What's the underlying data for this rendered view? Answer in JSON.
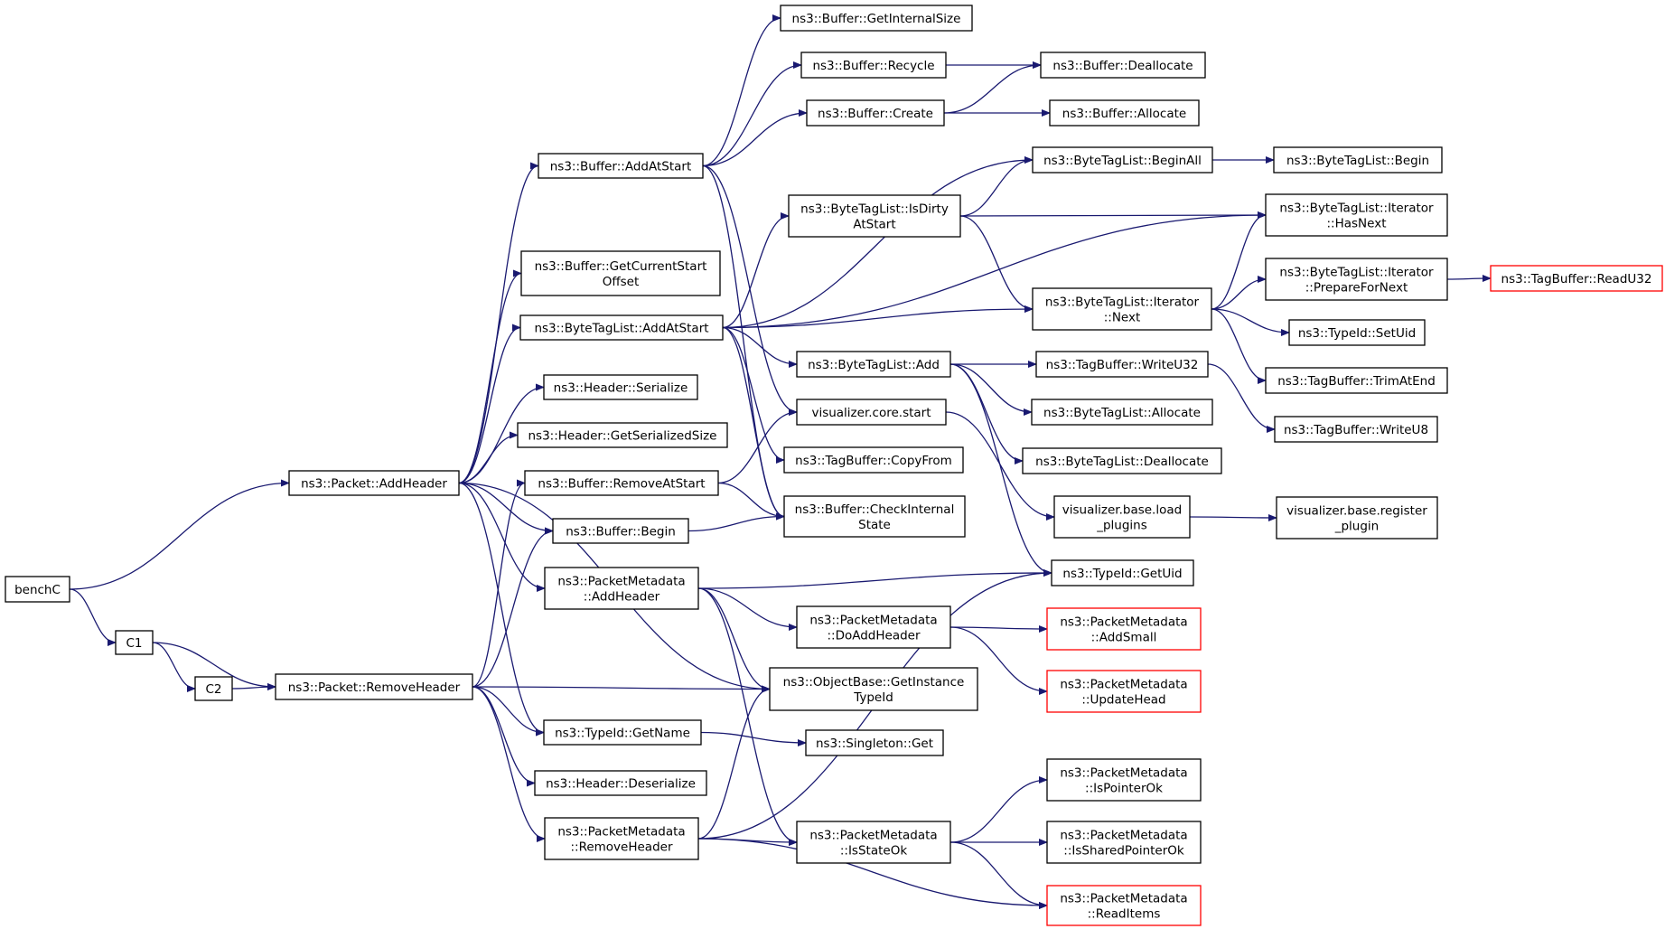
{
  "colors": {
    "edge": "#191970",
    "node_border": "#000000",
    "node_truncated_border": "#ff0000",
    "root_fill": "#bfbfbf",
    "node_fill": "#ffffff"
  },
  "nodes": [
    {
      "id": "benchC",
      "lines": [
        "benchC"
      ],
      "root": true
    },
    {
      "id": "c1",
      "lines": [
        "C1"
      ]
    },
    {
      "id": "c2",
      "lines": [
        "C2"
      ]
    },
    {
      "id": "packet_addheader",
      "lines": [
        "ns3::Packet::AddHeader"
      ]
    },
    {
      "id": "packet_removeheader",
      "lines": [
        "ns3::Packet::RemoveHeader"
      ]
    },
    {
      "id": "buffer_addatstart",
      "lines": [
        "ns3::Buffer::AddAtStart"
      ]
    },
    {
      "id": "buffer_getcurrentstartoffset",
      "lines": [
        "ns3::Buffer::GetCurrentStart",
        "Offset"
      ]
    },
    {
      "id": "bytetaglist_addatstart",
      "lines": [
        "ns3::ByteTagList::AddAtStart"
      ]
    },
    {
      "id": "header_serialize",
      "lines": [
        "ns3::Header::Serialize"
      ]
    },
    {
      "id": "header_getserializedsize",
      "lines": [
        "ns3::Header::GetSerializedSize"
      ]
    },
    {
      "id": "buffer_removeatstart",
      "lines": [
        "ns3::Buffer::RemoveAtStart"
      ]
    },
    {
      "id": "buffer_begin",
      "lines": [
        "ns3::Buffer::Begin"
      ]
    },
    {
      "id": "packetmetadata_addheader",
      "lines": [
        "ns3::PacketMetadata",
        "::AddHeader"
      ]
    },
    {
      "id": "typeid_getname",
      "lines": [
        "ns3::TypeId::GetName"
      ]
    },
    {
      "id": "header_deserialize",
      "lines": [
        "ns3::Header::Deserialize"
      ]
    },
    {
      "id": "packetmetadata_removeheader",
      "lines": [
        "ns3::PacketMetadata",
        "::RemoveHeader"
      ]
    },
    {
      "id": "buffer_getinternalsize",
      "lines": [
        "ns3::Buffer::GetInternalSize"
      ]
    },
    {
      "id": "buffer_recycle",
      "lines": [
        "ns3::Buffer::Recycle"
      ]
    },
    {
      "id": "buffer_create",
      "lines": [
        "ns3::Buffer::Create"
      ]
    },
    {
      "id": "bytetaglist_isdirtyatstart",
      "lines": [
        "ns3::ByteTagList::IsDirty",
        "AtStart"
      ]
    },
    {
      "id": "bytetaglist_add",
      "lines": [
        "ns3::ByteTagList::Add"
      ]
    },
    {
      "id": "visualizer_core_start",
      "lines": [
        "visualizer.core.start"
      ]
    },
    {
      "id": "tagbuffer_copyfrom",
      "lines": [
        "ns3::TagBuffer::CopyFrom"
      ]
    },
    {
      "id": "buffer_checkinternalstate",
      "lines": [
        "ns3::Buffer::CheckInternal",
        "State"
      ]
    },
    {
      "id": "packetmetadata_doaddheader",
      "lines": [
        "ns3::PacketMetadata",
        "::DoAddHeader"
      ]
    },
    {
      "id": "objectbase_getinstancetypeid",
      "lines": [
        "ns3::ObjectBase::GetInstance",
        "TypeId"
      ]
    },
    {
      "id": "singleton_get",
      "lines": [
        "ns3::Singleton::Get"
      ]
    },
    {
      "id": "packetmetadata_isstateok",
      "lines": [
        "ns3::PacketMetadata",
        "::IsStateOk"
      ]
    },
    {
      "id": "buffer_deallocate",
      "lines": [
        "ns3::Buffer::Deallocate"
      ]
    },
    {
      "id": "buffer_allocate",
      "lines": [
        "ns3::Buffer::Allocate"
      ]
    },
    {
      "id": "bytetaglist_beginall",
      "lines": [
        "ns3::ByteTagList::BeginAll"
      ]
    },
    {
      "id": "bytetaglist_iterator_next",
      "lines": [
        "ns3::ByteTagList::Iterator",
        "::Next"
      ]
    },
    {
      "id": "tagbuffer_writeu32",
      "lines": [
        "ns3::TagBuffer::WriteU32"
      ]
    },
    {
      "id": "bytetaglist_allocate",
      "lines": [
        "ns3::ByteTagList::Allocate"
      ]
    },
    {
      "id": "bytetaglist_deallocate",
      "lines": [
        "ns3::ByteTagList::Deallocate"
      ]
    },
    {
      "id": "visualizer_base_load_plugins",
      "lines": [
        "visualizer.base.load",
        "_plugins"
      ]
    },
    {
      "id": "typeid_getuid",
      "lines": [
        "ns3::TypeId::GetUid"
      ]
    },
    {
      "id": "packetmetadata_addsmall",
      "lines": [
        "ns3::PacketMetadata",
        "::AddSmall"
      ],
      "truncated": true
    },
    {
      "id": "packetmetadata_updatehead",
      "lines": [
        "ns3::PacketMetadata",
        "::UpdateHead"
      ],
      "truncated": true
    },
    {
      "id": "packetmetadata_ispointerok",
      "lines": [
        "ns3::PacketMetadata",
        "::IsPointerOk"
      ]
    },
    {
      "id": "packetmetadata_issharedpointerok",
      "lines": [
        "ns3::PacketMetadata",
        "::IsSharedPointerOk"
      ]
    },
    {
      "id": "packetmetadata_readitems",
      "lines": [
        "ns3::PacketMetadata",
        "::ReadItems"
      ],
      "truncated": true
    },
    {
      "id": "bytetaglist_begin",
      "lines": [
        "ns3::ByteTagList::Begin"
      ]
    },
    {
      "id": "bytetaglist_iterator_hasnext",
      "lines": [
        "ns3::ByteTagList::Iterator",
        "::HasNext"
      ]
    },
    {
      "id": "bytetaglist_iterator_preparefornext",
      "lines": [
        "ns3::ByteTagList::Iterator",
        "::PrepareForNext"
      ]
    },
    {
      "id": "typeid_setuid",
      "lines": [
        "ns3::TypeId::SetUid"
      ]
    },
    {
      "id": "tagbuffer_trimatend",
      "lines": [
        "ns3::TagBuffer::TrimAtEnd"
      ]
    },
    {
      "id": "tagbuffer_writeu8",
      "lines": [
        "ns3::TagBuffer::WriteU8"
      ]
    },
    {
      "id": "visualizer_base_register_plugin",
      "lines": [
        "visualizer.base.register",
        "_plugin"
      ]
    },
    {
      "id": "tagbuffer_readu32",
      "lines": [
        "ns3::TagBuffer::ReadU32"
      ],
      "truncated": true
    }
  ],
  "edges": [
    [
      "benchC",
      "packet_addheader"
    ],
    [
      "benchC",
      "c1"
    ],
    [
      "c1",
      "c2"
    ],
    [
      "c1",
      "packet_removeheader"
    ],
    [
      "c2",
      "packet_removeheader"
    ],
    [
      "packet_addheader",
      "buffer_addatstart"
    ],
    [
      "packet_addheader",
      "buffer_getcurrentstartoffset"
    ],
    [
      "packet_addheader",
      "bytetaglist_addatstart"
    ],
    [
      "packet_addheader",
      "header_serialize"
    ],
    [
      "packet_addheader",
      "header_getserializedsize"
    ],
    [
      "packet_addheader",
      "buffer_begin"
    ],
    [
      "packet_addheader",
      "packetmetadata_addheader"
    ],
    [
      "packet_addheader",
      "objectbase_getinstancetypeid"
    ],
    [
      "packet_addheader",
      "typeid_getname"
    ],
    [
      "packet_removeheader",
      "buffer_removeatstart"
    ],
    [
      "packet_removeheader",
      "buffer_begin"
    ],
    [
      "packet_removeheader",
      "objectbase_getinstancetypeid"
    ],
    [
      "packet_removeheader",
      "typeid_getname"
    ],
    [
      "packet_removeheader",
      "header_deserialize"
    ],
    [
      "packet_removeheader",
      "packetmetadata_removeheader"
    ],
    [
      "buffer_addatstart",
      "buffer_getinternalsize"
    ],
    [
      "buffer_addatstart",
      "buffer_recycle"
    ],
    [
      "buffer_addatstart",
      "buffer_create"
    ],
    [
      "buffer_addatstart",
      "visualizer_core_start"
    ],
    [
      "buffer_addatstart",
      "buffer_checkinternalstate"
    ],
    [
      "buffer_recycle",
      "buffer_deallocate"
    ],
    [
      "buffer_create",
      "buffer_deallocate"
    ],
    [
      "buffer_create",
      "buffer_allocate"
    ],
    [
      "bytetaglist_addatstart",
      "bytetaglist_beginall"
    ],
    [
      "bytetaglist_addatstart",
      "bytetaglist_isdirtyatstart"
    ],
    [
      "bytetaglist_addatstart",
      "bytetaglist_iterator_hasnext"
    ],
    [
      "bytetaglist_addatstart",
      "bytetaglist_iterator_next"
    ],
    [
      "bytetaglist_addatstart",
      "bytetaglist_add"
    ],
    [
      "bytetaglist_addatstart",
      "tagbuffer_copyfrom"
    ],
    [
      "bytetaglist_addatstart",
      "buffer_checkinternalstate"
    ],
    [
      "bytetaglist_isdirtyatstart",
      "bytetaglist_beginall"
    ],
    [
      "bytetaglist_isdirtyatstart",
      "bytetaglist_iterator_hasnext"
    ],
    [
      "bytetaglist_isdirtyatstart",
      "bytetaglist_iterator_next"
    ],
    [
      "bytetaglist_beginall",
      "bytetaglist_begin"
    ],
    [
      "bytetaglist_iterator_next",
      "bytetaglist_iterator_hasnext"
    ],
    [
      "bytetaglist_iterator_next",
      "bytetaglist_iterator_preparefornext"
    ],
    [
      "bytetaglist_iterator_next",
      "typeid_setuid"
    ],
    [
      "bytetaglist_iterator_next",
      "tagbuffer_trimatend"
    ],
    [
      "bytetaglist_iterator_preparefornext",
      "tagbuffer_readu32"
    ],
    [
      "bytetaglist_add",
      "tagbuffer_writeu32"
    ],
    [
      "bytetaglist_add",
      "bytetaglist_allocate"
    ],
    [
      "bytetaglist_add",
      "bytetaglist_deallocate"
    ],
    [
      "bytetaglist_add",
      "typeid_getuid"
    ],
    [
      "tagbuffer_writeu32",
      "tagbuffer_writeu8"
    ],
    [
      "buffer_removeatstart",
      "visualizer_core_start"
    ],
    [
      "buffer_removeatstart",
      "buffer_checkinternalstate"
    ],
    [
      "buffer_begin",
      "buffer_checkinternalstate"
    ],
    [
      "visualizer_core_start",
      "visualizer_base_load_plugins"
    ],
    [
      "visualizer_base_load_plugins",
      "visualizer_base_register_plugin"
    ],
    [
      "packetmetadata_addheader",
      "typeid_getuid"
    ],
    [
      "packetmetadata_addheader",
      "packetmetadata_doaddheader"
    ],
    [
      "packetmetadata_addheader",
      "objectbase_getinstancetypeid"
    ],
    [
      "packetmetadata_addheader",
      "packetmetadata_isstateok"
    ],
    [
      "packetmetadata_doaddheader",
      "packetmetadata_addsmall"
    ],
    [
      "packetmetadata_doaddheader",
      "packetmetadata_updatehead"
    ],
    [
      "typeid_getname",
      "singleton_get"
    ],
    [
      "packetmetadata_removeheader",
      "objectbase_getinstancetypeid"
    ],
    [
      "packetmetadata_removeheader",
      "typeid_getuid"
    ],
    [
      "packetmetadata_removeheader",
      "packetmetadata_isstateok"
    ],
    [
      "packetmetadata_removeheader",
      "packetmetadata_readitems"
    ],
    [
      "packetmetadata_isstateok",
      "packetmetadata_ispointerok"
    ],
    [
      "packetmetadata_isstateok",
      "packetmetadata_issharedpointerok"
    ],
    [
      "packetmetadata_isstateok",
      "packetmetadata_readitems"
    ]
  ]
}
